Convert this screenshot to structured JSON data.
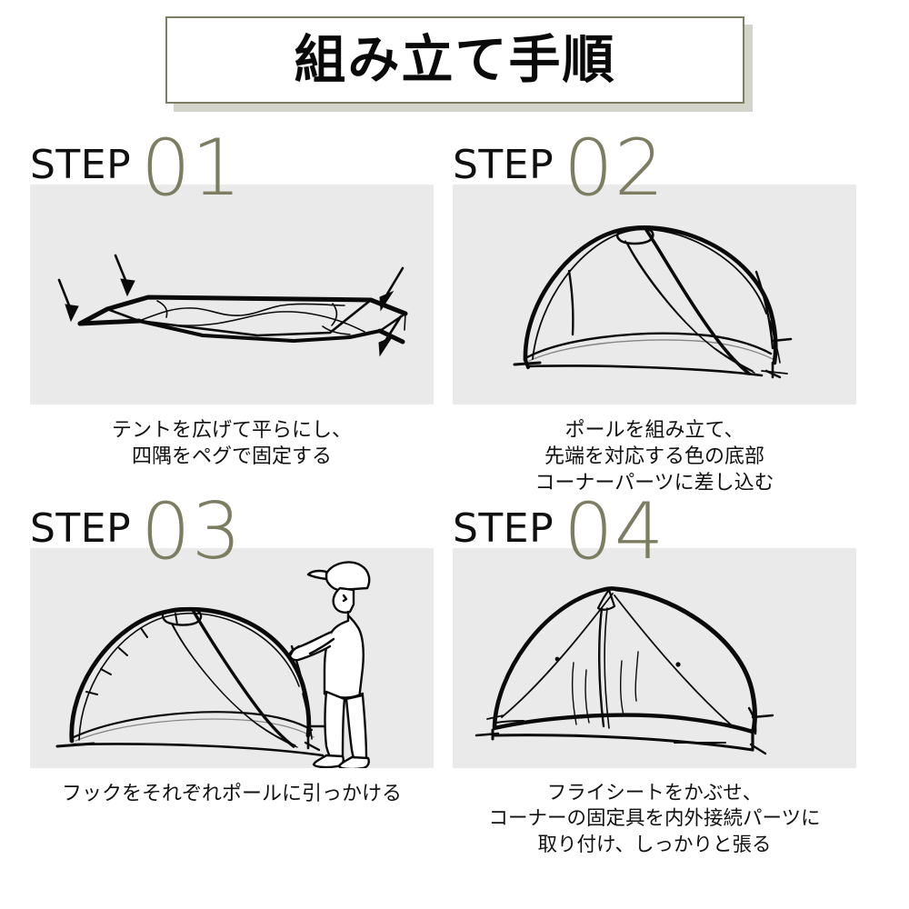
{
  "title": {
    "text": "組み立て手順"
  },
  "colors": {
    "accent_olive": "#7d7d64",
    "panel_bg": "#eaeaea",
    "shadow": "#d2d3c9",
    "ink": "#111111",
    "page_bg": "#ffffff"
  },
  "steps": [
    {
      "word": "STEP",
      "number": "01",
      "illustration": "flat-tent-footprint-with-four-corner-peg-arrows",
      "caption": "テントを広げて平らにし、\n四隅をペグで固定する"
    },
    {
      "word": "STEP",
      "number": "02",
      "illustration": "dome-tent-pole-frame-assembled",
      "caption": "ポールを組み立て、\n先端を対応する色の底部\nコーナーパーツに差し込む"
    },
    {
      "word": "STEP",
      "number": "03",
      "illustration": "person-attaching-hooks-to-tent-poles",
      "caption": "フックをそれぞれポールに引っかける"
    },
    {
      "word": "STEP",
      "number": "04",
      "illustration": "tent-with-rainfly-installed-and-guyed-out",
      "caption": "フライシートをかぶせ、\nコーナーの固定具を内外接続パーツに\n取り付け、しっかりと張る"
    }
  ]
}
